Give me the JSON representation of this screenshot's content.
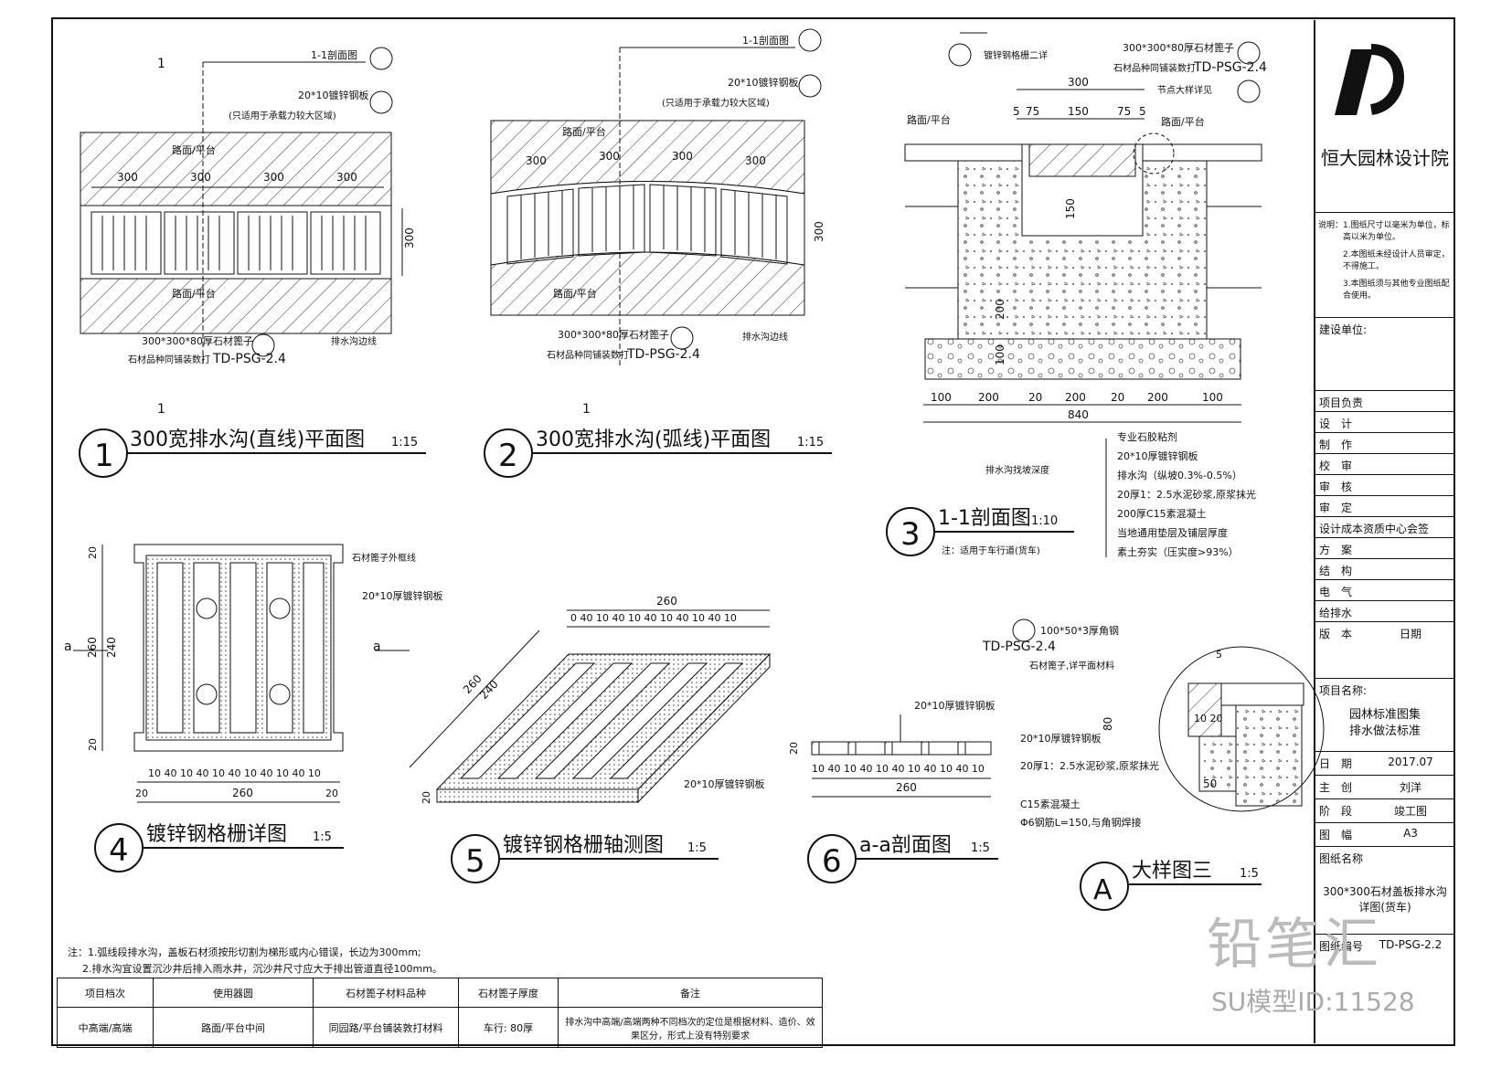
{
  "firm": "恒大园林设计院",
  "drawing_titles": {
    "d1": "300宽排水沟(直线)平面图",
    "d1_scale": "1:15",
    "d2": "300宽排水沟(弧线)平面图",
    "d2_scale": "1:15",
    "d3": "1-1剖面图",
    "d3_scale": "1:10",
    "d3_note": "注：适用于车行道(货车)",
    "d4": "镀锌钢格栅详图",
    "d4_scale": "1:5",
    "d5": "镀锌钢格栅轴测图",
    "d5_scale": "1:5",
    "d6": "a-a剖面图",
    "d6_scale": "1:5",
    "dA": "大样图三",
    "dA_scale": "1:5"
  },
  "labels": {
    "sec11": "1-1剖面图",
    "grating": "20*10镀锌钢板",
    "grating_area": "(只适用于承载力较大区域)",
    "pave": "路面/平台",
    "stone_cover": "300*300*80厚石材篦子",
    "stone_note": "石材品种同铺装数打",
    "ref": "TD-PSG-2.4",
    "drain_edge": "排水沟边线",
    "d300": "300",
    "d75": "75",
    "d150": "150",
    "d5": "5",
    "node_detail": "节点大样详见",
    "grating_detail": "镀锌钢格栅二详",
    "stone_edge": "石材篦子外框线",
    "angle": "100*50*3厚角钢",
    "stone_cover2": "石材篦子,详平面材料",
    "plate20x10": "20*10厚镀锌钢板",
    "mortar": "20厚1：2.5水泥砂浆,原浆抹光",
    "c15": "C15素混凝土",
    "rebar": "Φ6钢筋L=150,与角钢焊接",
    "slope_label": "排水沟找坡深度",
    "section_a": "a",
    "d840": "840",
    "d260": "260",
    "d240": "240",
    "d20": "20",
    "d80": "80",
    "d10": "10",
    "d50": "50",
    "d200": "200",
    "d100": "100",
    "d1020": "10 20",
    "sec_mark": "1",
    "grating_ticks": "0 40 10 40 10 40 10 40 10 40 10",
    "grating_ticks2": "10 40 10 40 10 40 10 40 10 40 10"
  },
  "layers": [
    "专业石胶粘剂",
    "20*10厚镀锌钢板",
    "排水沟（纵坡0.3%-0.5%）",
    "20厚1：2.5水泥砂浆,原浆抹光",
    "200厚C15素混凝土",
    "当地通用垫层及铺层厚度",
    "素土夯实（压实度>93%）"
  ],
  "notes": [
    "注：1.弧线段排水沟，盖板石材须按形切割为梯形或内心错误，长边为300mm;",
    "2.排水沟宜设置沉沙井后排入雨水井，沉沙井尺寸应大于排出管道直径100mm。"
  ],
  "table": {
    "headers": [
      "项目档次",
      "使用器圆",
      "石材篦子材料品种",
      "石材篦子厚度",
      "备注"
    ],
    "row": [
      "中高端/高端",
      "路面/平台中间",
      "同园路/平台铺装敦打材料",
      "车行: 80厚",
      "排水沟中高端/高端两种不同档次的定位是根据材料、造价、效果区分，形式上没有特别要求"
    ]
  },
  "title_block": {
    "notes_label": "说明：",
    "n1": "1.图纸尺寸以毫米为单位，标高以米为单位。",
    "n2": "2.本图纸未经设计人员审定，不得施工。",
    "n3": "3.本图纸须与其他专业图纸配合使用。",
    "client": "建设单位:",
    "rows": [
      {
        "label": "项目负责",
        "value": ""
      },
      {
        "label": "设　计",
        "value": ""
      },
      {
        "label": "制　作",
        "value": ""
      },
      {
        "label": "校　审",
        "value": ""
      },
      {
        "label": "审　核",
        "value": ""
      },
      {
        "label": "审　定",
        "value": ""
      },
      {
        "label": "设计成本资质中心会签",
        "value": ""
      },
      {
        "label": "方　案",
        "value": ""
      },
      {
        "label": "结　构",
        "value": ""
      },
      {
        "label": "电　气",
        "value": ""
      },
      {
        "label": "给排水",
        "value": ""
      },
      {
        "label": "版　本",
        "value": "日期"
      }
    ],
    "project_label": "项目名称:",
    "project": "园林标准图集",
    "project2": "排水做法标准",
    "date_label": "日　期",
    "date": "2017.07",
    "draw_label": "主　创",
    "draw": "刘洋",
    "stage_label": "阶　段",
    "stage": "竣工图",
    "size_label": "图　幅",
    "size": "A3",
    "name_label": "图纸名称",
    "name": "300*300石材盖板排水沟详图(货车)",
    "code_label": "图纸编号",
    "code": "TD-PSG-2.2"
  },
  "watermark": "铅笔汇",
  "watermark2": "SU模型ID:11528"
}
